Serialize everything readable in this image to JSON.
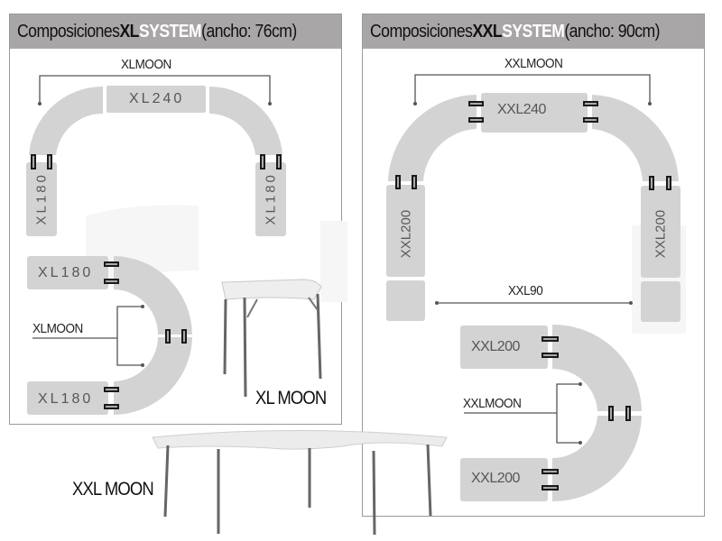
{
  "panels": {
    "xl": {
      "title_prefix": "Composiciones ",
      "title_bold": "XL",
      "title_system": "SYSTEM",
      "title_suffix": " (ancho: 76cm)",
      "arch": {
        "dimension_label": "XLMOON",
        "top_table": "XL240",
        "left_table": "XL180",
        "right_table": "XL180"
      },
      "ushape": {
        "dimension_label": "XLMOON",
        "top_table": "XL180",
        "bottom_table": "XL180"
      },
      "product_label": "XL MOON"
    },
    "xxl": {
      "title_prefix": "Composiciones ",
      "title_bold": "XXL",
      "title_system": "SYSTEM",
      "title_suffix": " (ancho: 90cm)",
      "arch": {
        "dimension_label": "XXLMOON",
        "top_table": "XXL240",
        "left_table": "XXL200",
        "right_table": "XXL200",
        "span_label": "XXL90"
      },
      "ushape": {
        "dimension_label": "XXLMOON",
        "top_table": "XXL200",
        "bottom_table": "XXL200"
      }
    }
  },
  "standalone": {
    "product_label": "XXL MOON"
  },
  "colors": {
    "header_bg": "#a8a6a7",
    "table_fill": "#d3d3d3",
    "connector": "#1a1a1a",
    "panel_border": "#9a9a9a"
  }
}
